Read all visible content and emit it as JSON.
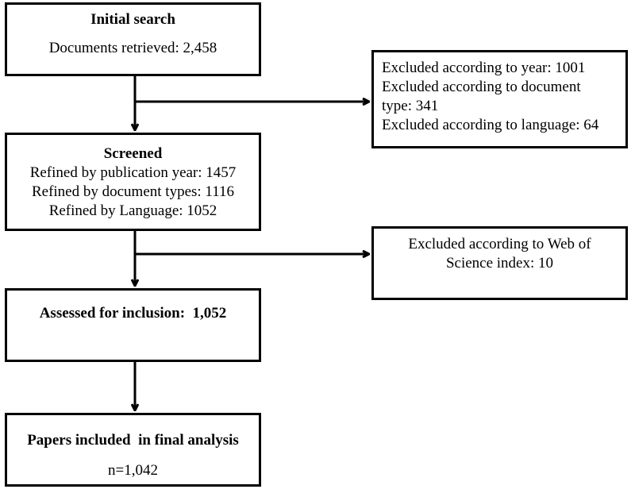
{
  "boxes": {
    "initial_search": {
      "title": "Initial search",
      "detail": "Documents retrieved: 2,458"
    },
    "excluded_first": {
      "lines": [
        "Excluded according to year: 1001",
        "Excluded according to document",
        "type: 341",
        "Excluded according to language: 64"
      ]
    },
    "screened": {
      "title": "Screened",
      "lines": [
        "Refined by publication year: 1457",
        "Refined by document types: 1116",
        "Refined by Language: 1052"
      ]
    },
    "excluded_second": {
      "lines": [
        "Excluded according to Web of",
        "Science index: 10"
      ]
    },
    "assessed": {
      "title": "Assessed for inclusion:  1,052"
    },
    "final": {
      "title": "Papers included  in final analysis",
      "detail": "n=1,042"
    }
  },
  "colors": {
    "stroke": "#000000",
    "background": "#ffffff"
  }
}
